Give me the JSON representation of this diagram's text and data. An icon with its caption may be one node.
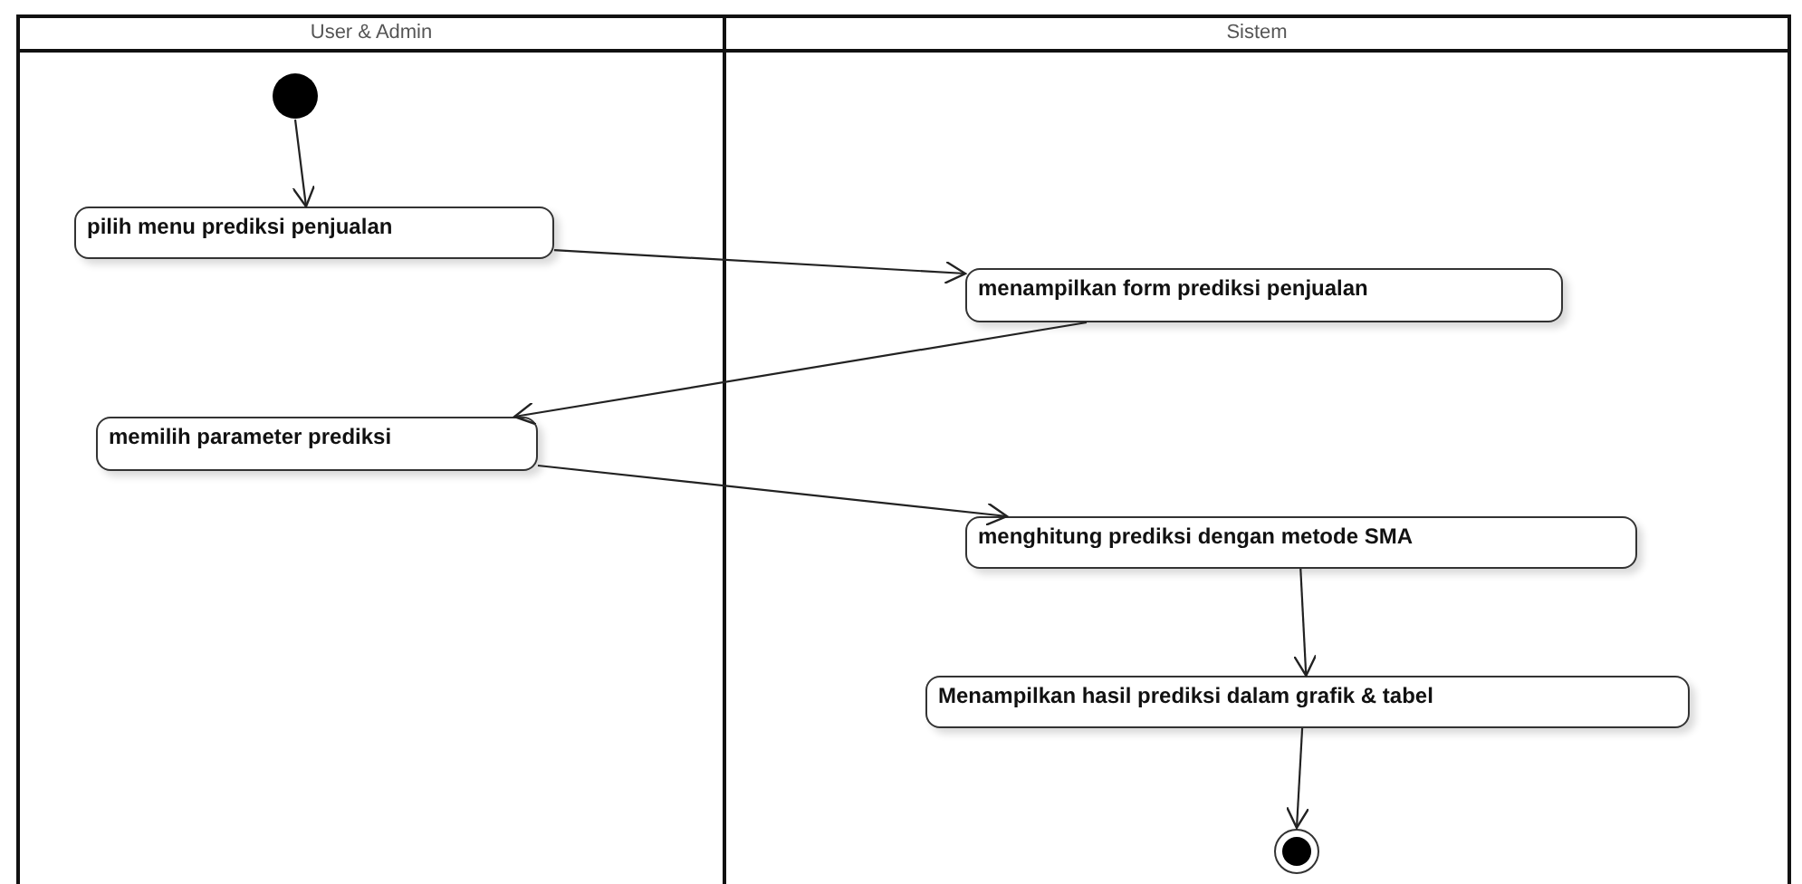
{
  "diagram": {
    "nodes": [
      {
        "text": [
          "User & Admin"
        ]
      },
      {
        "text": [
          "Sistem"
        ]
      },
      {
        "text": [],
        "shape": "circle",
        "in": 0
      },
      {
        "text": [
          "pilih menu prediksi penjualan"
        ],
        "in": 0
      },
      {
        "text": [
          "menampilkan form prediksi penjualan"
        ],
        "in": 1
      },
      {
        "text": [
          "memilih parameter prediksi"
        ],
        "in": 0
      },
      {
        "text": [
          "menghitung prediksi dengan metode SMA"
        ],
        "in": 1
      },
      {
        "text": [
          "Menampilkan hasil prediksi dalam grafik & tabel"
        ],
        "in": 1
      },
      {
        "text": [],
        "shape": "bullseye",
        "in": 1
      }
    ],
    "edges": [
      {
        "from": 2,
        "to": 3,
        "arrow": "to"
      },
      {
        "from": 3,
        "to": 4,
        "arrow": "to"
      },
      {
        "from": 4,
        "to": 5,
        "arrow": "to"
      },
      {
        "from": 5,
        "to": 6,
        "arrow": "to"
      },
      {
        "from": 6,
        "to": 7,
        "arrow": "to"
      },
      {
        "from": 7,
        "to": 8,
        "arrow": "to"
      }
    ]
  }
}
